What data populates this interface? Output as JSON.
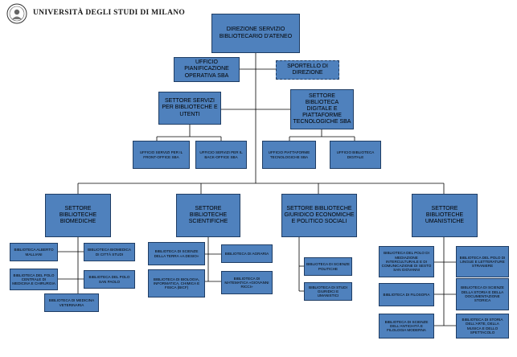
{
  "header": {
    "university_name": "UNIVERSITÀ DEGLI STUDI DI MILANO",
    "logo_icon": "university-seal-icon"
  },
  "colors": {
    "box_fill": "#4f81bd",
    "box_border": "#1f3d64",
    "line": "#000000"
  },
  "nodes": {
    "direzione": "DIREZIONE SERVIZIO BIBLIOTECARIO D'ATENEO",
    "ufficio_pianificazione": "UFFICIO PIANIFICAZIONE OPERATIVA SBA",
    "sportello": "SPORTELLO DI DIREZIONE",
    "settore_servizi": "SETTORE SERVIZI PER BIBLIOTECHE E UTENTI",
    "settore_digitale": "SETTORE BIBLIOTECA DIGITALE E PIATTAFORME TECNOLOGICHE SBA",
    "ufficio_front": "UFFICIO SERVIZI PER IL FRONT-OFFICE SBA",
    "ufficio_back": "UFFICIO SERVIZI PER IL BACK-OFFICE SBA",
    "ufficio_piattaforme": "UFFICIO PIATTAFORME TECNOLOGICHE SBA",
    "ufficio_biblioteca_digitale": "UFFICIO BIBLIOTECA DIGITALE",
    "settore_biomediche": "SETTORE BIBLIOTECHE BIOMEDICHE",
    "settore_scientifiche": "SETTORE BIBLIOTECHE SCIENTIFICHE",
    "settore_giuridico": "SETTORE BIBLIOTECHE GIURIDICO ECONOMICHE E POLITICO SOCIALI",
    "settore_umanistiche": "SETTORE BIBLIOTECHE UMANISTICHE",
    "bib_malliani": "BIBLIOTECA ALBERTO MALLIANI",
    "bib_citta_studi": "BIBLIOTECA BIOMEDICA DI CITTÀ STUDI",
    "bib_polo_centrale": "BIBLIOTECA DEL POLO CENTRALE DI MEDICINA E CHIRURGIA",
    "bib_san_paolo": "BIBLIOTECA DEL POLO SAN PAOLO",
    "bib_veterinaria": "BIBLIOTECA DI MEDICINA VETERINARIA",
    "bib_scienze_terra": "BIBLIOTECA DI SCIENZE DELLA TERRA «A.DESIO»",
    "bib_agraria": "BIBLIOTECA DI AGRARIA",
    "bib_biologia": "BIBLIOTECA DI BIOLOGIA, INFORMATICA, CHIMICA E FISICA (BICF)",
    "bib_matematica": "BIBLIOTECA DI MATEMATICA «GIOVANNI RICCI»",
    "bib_scienze_politiche": "BIBLIOTECA DI SCIENZE POLITICHE",
    "bib_studi_giuridici": "BIBLIOTECA DI STUDI GIURIDICI E UMANISTICI",
    "bib_polo_mediazione": "BIBLIOTECA DEL POLO DI MEDIAZIONE INTERCULTURALE E DI COMUNICAZIONE DI SESTO SAN GIOVANNI",
    "bib_polo_lingue": "BIBLIOTECA DEL POLO DI LINGUE E LETTERATURE STRANIERE",
    "bib_filosofia": "BIBLIOTECA DI FILOSOFIA",
    "bib_scienze_storia": "BIBLIOTECA DI SCIENZE DELLA STORIA E DELLA DOCUMENTAZIONE STORICA",
    "bib_antichita": "BIBLIOTECA DI SCIENZE DELL'ANTICHITÀ E FILOLOGIA MODERNA",
    "bib_storia_arte": "BIBLIOTECA DI STORIA DELL'ARTE, DELLA MUSICA E DELLO SPETTACOLO"
  }
}
